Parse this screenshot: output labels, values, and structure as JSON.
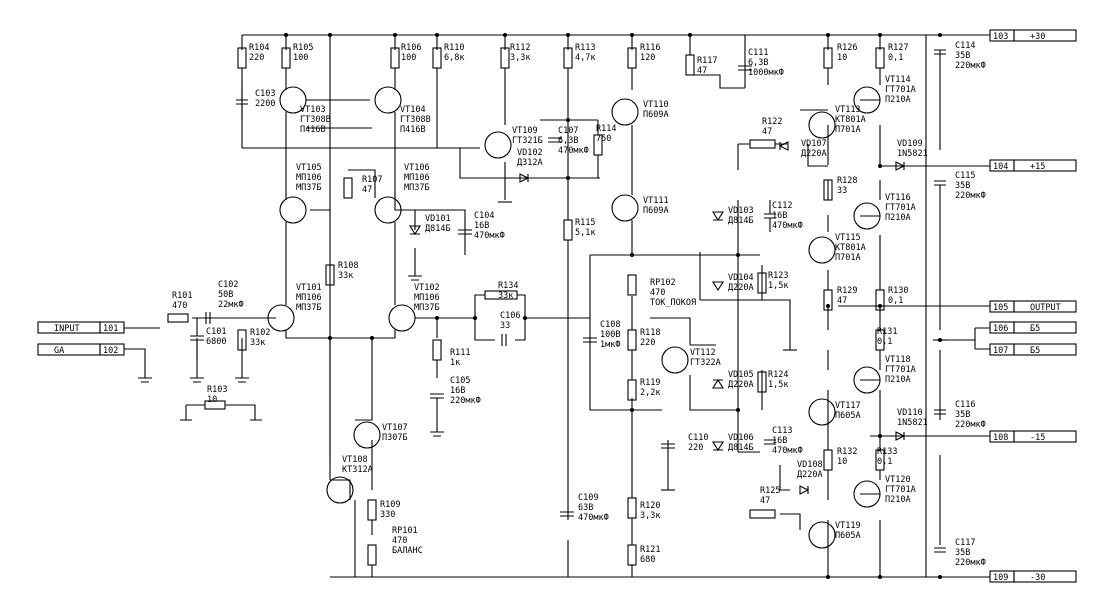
{
  "ports": [
    {
      "id": "101",
      "label": "INPUT"
    },
    {
      "id": "102",
      "label": "GA"
    },
    {
      "id": "103",
      "label": "+30"
    },
    {
      "id": "104",
      "label": "+15"
    },
    {
      "id": "105",
      "label": "OUTPUT"
    },
    {
      "id": "106",
      "label": "Б5"
    },
    {
      "id": "107",
      "label": "Б5"
    },
    {
      "id": "108",
      "label": "-15"
    },
    {
      "id": "109",
      "label": "-30"
    }
  ],
  "resistors": [
    {
      "ref": "R101",
      "value": "470"
    },
    {
      "ref": "R102",
      "value": "33к"
    },
    {
      "ref": "R103",
      "value": "10"
    },
    {
      "ref": "R104",
      "value": "220"
    },
    {
      "ref": "R105",
      "value": "100"
    },
    {
      "ref": "R106",
      "value": "100"
    },
    {
      "ref": "R107",
      "value": "47"
    },
    {
      "ref": "R108",
      "value": "33к"
    },
    {
      "ref": "R109",
      "value": "330"
    },
    {
      "ref": "R110",
      "value": "6,8к"
    },
    {
      "ref": "R111",
      "value": "1к"
    },
    {
      "ref": "R112",
      "value": "3,3к"
    },
    {
      "ref": "R113",
      "value": "4,7к"
    },
    {
      "ref": "R114",
      "value": "750"
    },
    {
      "ref": "R115",
      "value": "5,1к"
    },
    {
      "ref": "R116",
      "value": "120"
    },
    {
      "ref": "R117",
      "value": "47"
    },
    {
      "ref": "R118",
      "value": "220"
    },
    {
      "ref": "R119",
      "value": "2,2к"
    },
    {
      "ref": "R120",
      "value": "3,3к"
    },
    {
      "ref": "R121",
      "value": "680"
    },
    {
      "ref": "R122",
      "value": "47"
    },
    {
      "ref": "R123",
      "value": "1,5к"
    },
    {
      "ref": "R124",
      "value": "1,5к"
    },
    {
      "ref": "R125",
      "value": "47"
    },
    {
      "ref": "R126",
      "value": "10"
    },
    {
      "ref": "R127",
      "value": "0,1"
    },
    {
      "ref": "R128",
      "value": "33"
    },
    {
      "ref": "R129",
      "value": "47"
    },
    {
      "ref": "R130",
      "value": "0,1"
    },
    {
      "ref": "R131",
      "value": "0,1"
    },
    {
      "ref": "R132",
      "value": "10"
    },
    {
      "ref": "R133",
      "value": "0,1"
    },
    {
      "ref": "R134",
      "value": "33к"
    },
    {
      "ref": "RP101",
      "value": "470",
      "extra": "БАЛАНС"
    },
    {
      "ref": "RP102",
      "value": "470",
      "extra": "ТОК_ПОКОЯ"
    }
  ],
  "capacitors": [
    {
      "ref": "C101",
      "value": "6800"
    },
    {
      "ref": "C102",
      "value": "50В",
      "extra": "22мкФ"
    },
    {
      "ref": "C103",
      "value": "2200"
    },
    {
      "ref": "C104",
      "value": "16В",
      "extra": "470мкФ"
    },
    {
      "ref": "C105",
      "value": "16В",
      "extra": "220мкФ"
    },
    {
      "ref": "C106",
      "value": "33"
    },
    {
      "ref": "C107",
      "value": "6,3В",
      "extra": "470мкФ"
    },
    {
      "ref": "C108",
      "value": "100В",
      "extra": "1мкФ"
    },
    {
      "ref": "C109",
      "value": "63В",
      "extra": "470мкФ"
    },
    {
      "ref": "C110",
      "value": "220"
    },
    {
      "ref": "C111",
      "value": "6,3В",
      "extra": "1000мкФ"
    },
    {
      "ref": "C112",
      "value": "16В",
      "extra": "470мкФ"
    },
    {
      "ref": "C113",
      "value": "16В",
      "extra": "470мкФ"
    },
    {
      "ref": "C114",
      "value": "35В",
      "extra": "220мкФ"
    },
    {
      "ref": "C115",
      "value": "35В",
      "extra": "220мкФ"
    },
    {
      "ref": "C116",
      "value": "35В",
      "extra": "220мкФ"
    },
    {
      "ref": "C117",
      "value": "35В",
      "extra": "220мкФ"
    }
  ],
  "transistors": [
    {
      "ref": "VT101",
      "type": "МП106",
      "alt": "МП37Б"
    },
    {
      "ref": "VT102",
      "type": "МП106",
      "alt": "МП37Б"
    },
    {
      "ref": "VT103",
      "type": "ГТ308В",
      "alt": "П416В"
    },
    {
      "ref": "VT104",
      "type": "ГТ308В",
      "alt": "П416В"
    },
    {
      "ref": "VT105",
      "type": "МП106",
      "alt": "МП37Б"
    },
    {
      "ref": "VT106",
      "type": "МП106",
      "alt": "МП37Б"
    },
    {
      "ref": "VT107",
      "type": "П307Б"
    },
    {
      "ref": "VT108",
      "type": "КТ312А"
    },
    {
      "ref": "VT109",
      "type": "ГТ321Б"
    },
    {
      "ref": "VT110",
      "type": "П609А"
    },
    {
      "ref": "VT111",
      "type": "П609А"
    },
    {
      "ref": "VT112",
      "type": "ГТ322А"
    },
    {
      "ref": "VT113",
      "type": "КТ801А",
      "alt": "П701А"
    },
    {
      "ref": "VT114",
      "type": "ГТ701А",
      "alt": "П210А"
    },
    {
      "ref": "VT115",
      "type": "КТ801А",
      "alt": "П701А"
    },
    {
      "ref": "VT116",
      "type": "ГТ701А",
      "alt": "П210А"
    },
    {
      "ref": "VT117",
      "type": "П605А"
    },
    {
      "ref": "VT118",
      "type": "ГТ701А",
      "alt": "П210А"
    },
    {
      "ref": "VT119",
      "type": "П605А"
    },
    {
      "ref": "VT120",
      "type": "ГТ701А",
      "alt": "П210А"
    }
  ],
  "diodes": [
    {
      "ref": "VD101",
      "type": "Д814Б"
    },
    {
      "ref": "VD102",
      "type": "Д312А"
    },
    {
      "ref": "VD103",
      "type": "Д814Б"
    },
    {
      "ref": "VD104",
      "type": "Д220А"
    },
    {
      "ref": "VD105",
      "type": "Д220А"
    },
    {
      "ref": "VD106",
      "type": "Д814Б"
    },
    {
      "ref": "VD107",
      "type": "Д220А"
    },
    {
      "ref": "VD108",
      "type": "Д220А"
    },
    {
      "ref": "VD109",
      "type": "1N5821"
    },
    {
      "ref": "VD110",
      "type": "1N5821"
    }
  ]
}
